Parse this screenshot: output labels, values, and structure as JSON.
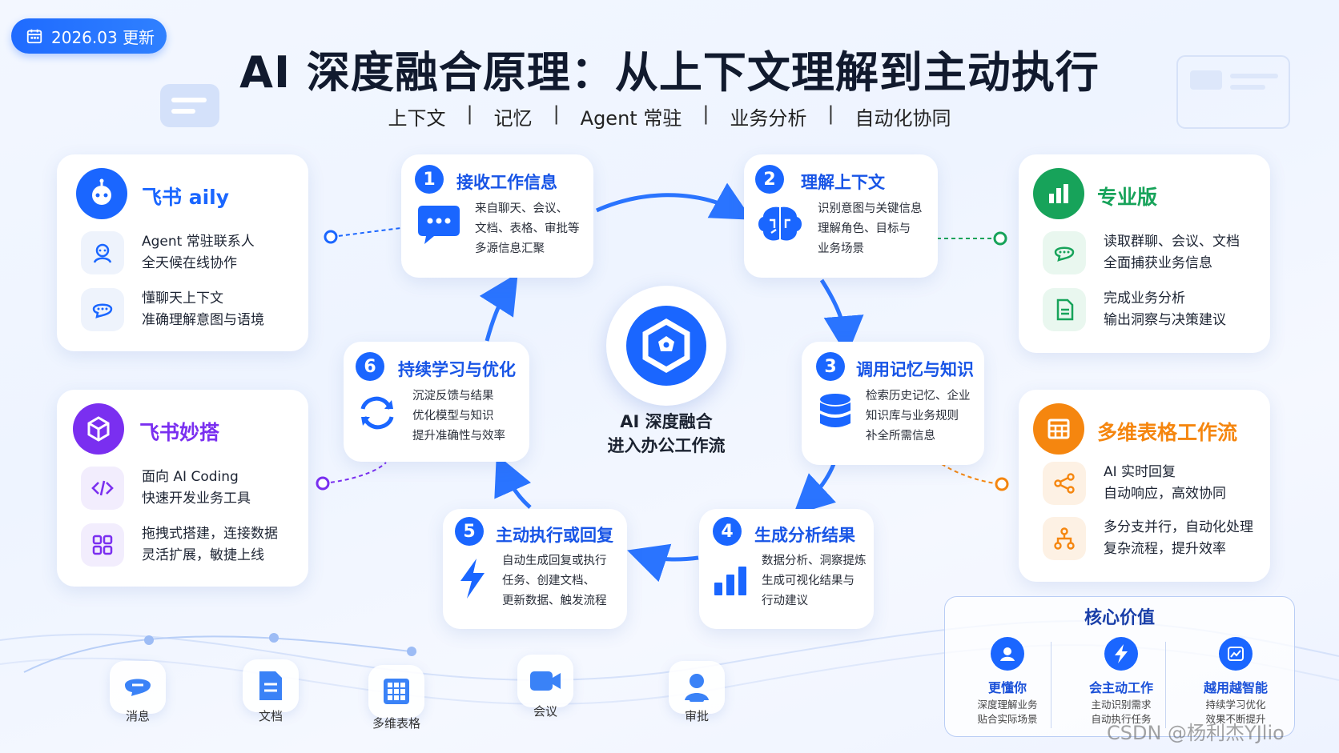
{
  "badge": {
    "label": "2026.03 更新"
  },
  "title": "AI 深度融合原理：从上下文理解到主动执行",
  "subtitle": [
    "上下文",
    "记忆",
    "Agent 常驻",
    "业务分析",
    "自动化协同"
  ],
  "left_top": {
    "title": "飞书 aily",
    "color": "#1a66ff",
    "rows": [
      {
        "lines": [
          "Agent 常驻联系人",
          "全天候在线协作"
        ]
      },
      {
        "lines": [
          "懂聊天上下文",
          "准确理解意图与语境"
        ]
      }
    ]
  },
  "left_bottom": {
    "title": "飞书妙搭",
    "color": "#7a2ff0",
    "rows": [
      {
        "lines": [
          "面向 AI Coding",
          "快速开发业务工具"
        ]
      },
      {
        "lines": [
          "拖拽式搭建，连接数据",
          "灵活扩展，敏捷上线"
        ]
      }
    ]
  },
  "right_top": {
    "title": "专业版",
    "color": "#17a35a",
    "rows": [
      {
        "lines": [
          "读取群聊、会议、文档",
          "全面捕获业务信息"
        ]
      },
      {
        "lines": [
          "完成业务分析",
          "输出洞察与决策建议"
        ]
      }
    ]
  },
  "right_bottom": {
    "title": "多维表格工作流",
    "color": "#f5860f",
    "rows": [
      {
        "lines": [
          "AI 实时回复",
          "自动响应，高效协同"
        ]
      },
      {
        "lines": [
          "多分支并行，自动化处理",
          "复杂流程，提升效率"
        ]
      }
    ]
  },
  "steps": [
    {
      "num": "1",
      "title": "接收工作信息",
      "lines": [
        "来自聊天、会议、",
        "文档、表格、审批等",
        "多源信息汇聚"
      ]
    },
    {
      "num": "2",
      "title": "理解上下文",
      "lines": [
        "识别意图与关键信息",
        "理解角色、目标与",
        "业务场景"
      ]
    },
    {
      "num": "3",
      "title": "调用记忆与知识",
      "lines": [
        "检索历史记忆、企业",
        "知识库与业务规则",
        "补全所需信息"
      ]
    },
    {
      "num": "4",
      "title": "生成分析结果",
      "lines": [
        "数据分析、洞察提炼",
        "生成可视化结果与",
        "行动建议"
      ]
    },
    {
      "num": "5",
      "title": "主动执行或回复",
      "lines": [
        "自动生成回复或执行",
        "任务、创建文档、",
        "更新数据、触发流程"
      ]
    },
    {
      "num": "6",
      "title": "持续学习与优化",
      "lines": [
        "沉淀反馈与结果",
        "优化模型与知识",
        "提升准确性与效率"
      ]
    }
  ],
  "center": {
    "line1": "AI 深度融合",
    "line2": "进入办公工作流"
  },
  "core": {
    "title": "核心价值",
    "items": [
      {
        "name": "更懂你",
        "lines": [
          "深度理解业务",
          "贴合实际场景"
        ]
      },
      {
        "name": "会主动工作",
        "lines": [
          "主动识别需求",
          "自动执行任务"
        ]
      },
      {
        "name": "越用越智能",
        "lines": [
          "持续学习优化",
          "效果不断提升"
        ]
      }
    ]
  },
  "apps": [
    "消息",
    "文档",
    "多维表格",
    "会议",
    "审批"
  ],
  "watermark": "CSDN @杨利杰YJlio",
  "colors": {
    "primary": "#1a66ff",
    "purple": "#7a2ff0",
    "green": "#17a35a",
    "orange": "#f5860f"
  }
}
